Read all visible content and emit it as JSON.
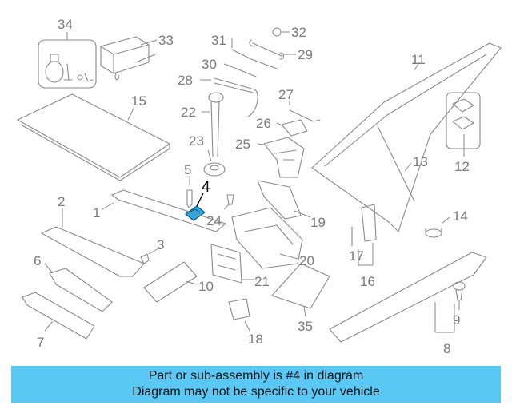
{
  "banner": {
    "line1": "Part or sub-assembly is #4 in diagram",
    "line2": "Diagram may not be specific to your vehicle"
  },
  "highlight_color": "#5ac8f5",
  "part_color": "#2aa7e0",
  "callouts": {
    "c1": "1",
    "c2": "2",
    "c3": "3",
    "c4": "4",
    "c5": "5",
    "c6": "6",
    "c7": "7",
    "c8": "8",
    "c9": "9",
    "c10": "10",
    "c11": "11",
    "c12": "12",
    "c13": "13",
    "c14": "14",
    "c15": "15",
    "c16": "16",
    "c17": "17",
    "c18": "18",
    "c19": "19",
    "c20": "20",
    "c21": "21",
    "c22": "22",
    "c23": "23",
    "c24": "24",
    "c25": "25",
    "c26": "26",
    "c27": "27",
    "c28": "28",
    "c29": "29",
    "c30": "30",
    "c31": "31",
    "c32": "32",
    "c33": "33",
    "c34": "34",
    "c35": "35"
  }
}
